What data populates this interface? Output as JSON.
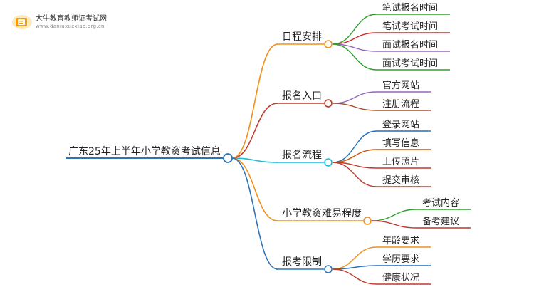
{
  "logo": {
    "title": "大牛教育教师证考试网",
    "url": "www.daniuxuexiao.org.cn"
  },
  "root": {
    "label": "广东25年上半年小学教资考试信息"
  },
  "branches": [
    {
      "label": "日程安排",
      "color": "#f28f1c",
      "children": [
        {
          "label": "笔试报名时间",
          "color": "#2ca02c"
        },
        {
          "label": "笔试考试时间",
          "color": "#d62728"
        },
        {
          "label": "面试报名时间",
          "color": "#9467bd"
        },
        {
          "label": "面试考试时间",
          "color": "#2ca02c"
        }
      ]
    },
    {
      "label": "报名入口",
      "color": "#c0392b",
      "children": [
        {
          "label": "官方网站",
          "color": "#9467bd"
        },
        {
          "label": "注册流程",
          "color": "#a0522d"
        }
      ]
    },
    {
      "label": "报名流程",
      "color": "#17becf",
      "children": [
        {
          "label": "登录网站",
          "color": "#1f6fbf"
        },
        {
          "label": "填写信息",
          "color": "#d35400"
        },
        {
          "label": "上传照片",
          "color": "#c0392b"
        },
        {
          "label": "提交审核",
          "color": "#c0392b"
        }
      ]
    },
    {
      "label": "小学教资难易程度",
      "color": "#f28f1c",
      "children": [
        {
          "label": "考试内容",
          "color": "#2ca02c"
        },
        {
          "label": "备考建议",
          "color": "#c0392b"
        }
      ]
    },
    {
      "label": "报考限制",
      "color": "#2e75b6",
      "children": [
        {
          "label": "年龄要求",
          "color": "#f28f1c"
        },
        {
          "label": "学历要求",
          "color": "#1f6fbf"
        },
        {
          "label": "健康状况",
          "color": "#c0392b"
        }
      ]
    }
  ],
  "root_color": "#2e75b6"
}
